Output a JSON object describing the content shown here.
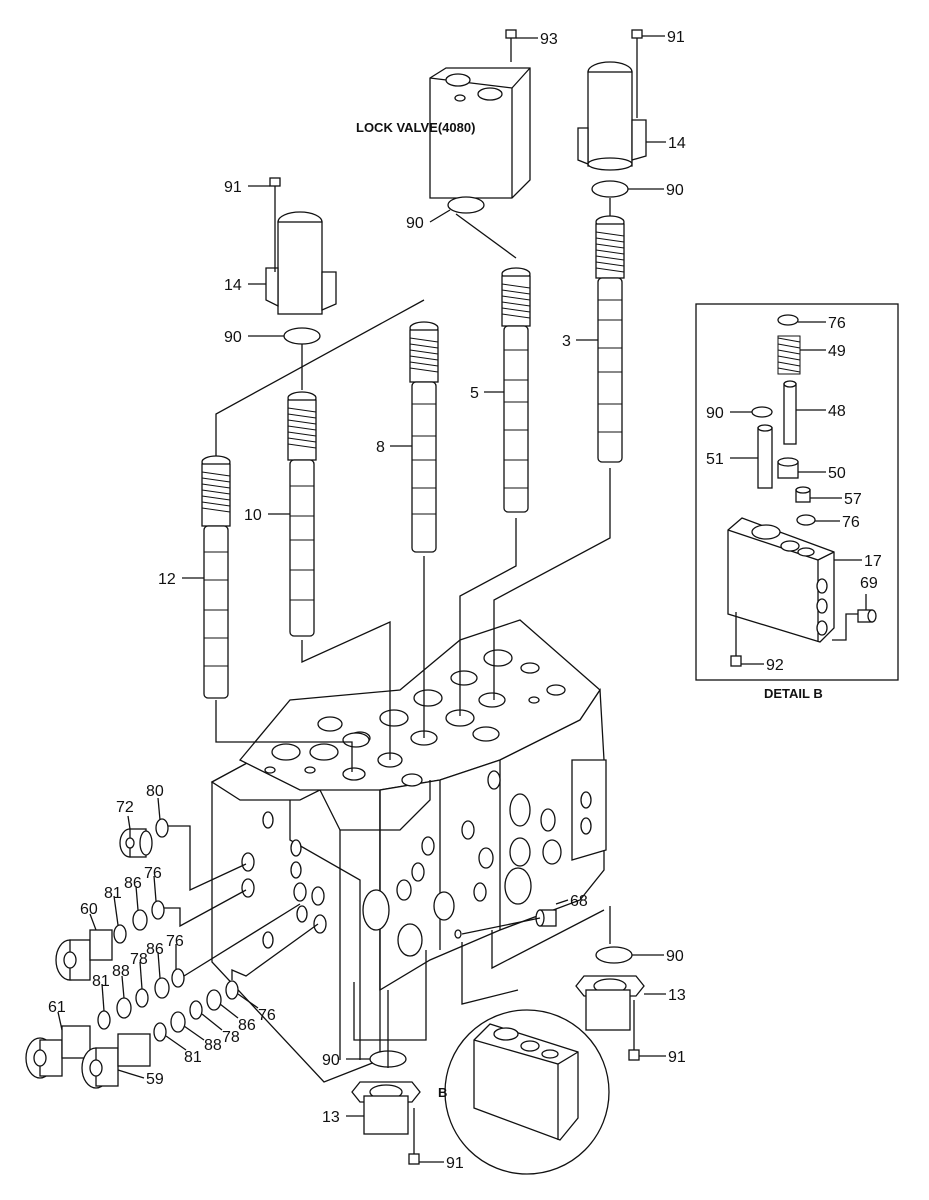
{
  "callouts": {
    "lock_valve": "LOCK VALVE(4080)",
    "detail_b": "DETAIL B",
    "b_marker": "B"
  },
  "parts": [
    {
      "id": "93",
      "label": "93"
    },
    {
      "id": "91a",
      "label": "91"
    },
    {
      "id": "14a",
      "label": "14"
    },
    {
      "id": "90a",
      "label": "90"
    },
    {
      "id": "90b",
      "label": "90"
    },
    {
      "id": "91b",
      "label": "91"
    },
    {
      "id": "14b",
      "label": "14"
    },
    {
      "id": "90c",
      "label": "90"
    },
    {
      "id": "3",
      "label": "3"
    },
    {
      "id": "5",
      "label": "5"
    },
    {
      "id": "8",
      "label": "8"
    },
    {
      "id": "10",
      "label": "10"
    },
    {
      "id": "12",
      "label": "12"
    },
    {
      "id": "76a",
      "label": "76"
    },
    {
      "id": "49",
      "label": "49"
    },
    {
      "id": "90d",
      "label": "90"
    },
    {
      "id": "48",
      "label": "48"
    },
    {
      "id": "51",
      "label": "51"
    },
    {
      "id": "50",
      "label": "50"
    },
    {
      "id": "57",
      "label": "57"
    },
    {
      "id": "76b",
      "label": "76"
    },
    {
      "id": "17",
      "label": "17"
    },
    {
      "id": "69",
      "label": "69"
    },
    {
      "id": "92",
      "label": "92"
    },
    {
      "id": "72",
      "label": "72"
    },
    {
      "id": "80",
      "label": "80"
    },
    {
      "id": "81a",
      "label": "81"
    },
    {
      "id": "86a",
      "label": "86"
    },
    {
      "id": "76c",
      "label": "76"
    },
    {
      "id": "60",
      "label": "60"
    },
    {
      "id": "86b",
      "label": "86"
    },
    {
      "id": "76d",
      "label": "76"
    },
    {
      "id": "78a",
      "label": "78"
    },
    {
      "id": "88a",
      "label": "88"
    },
    {
      "id": "81b",
      "label": "81"
    },
    {
      "id": "61",
      "label": "61"
    },
    {
      "id": "76e",
      "label": "76"
    },
    {
      "id": "86c",
      "label": "86"
    },
    {
      "id": "78b",
      "label": "78"
    },
    {
      "id": "88b",
      "label": "88"
    },
    {
      "id": "81c",
      "label": "81"
    },
    {
      "id": "59",
      "label": "59"
    },
    {
      "id": "68",
      "label": "68"
    },
    {
      "id": "90e",
      "label": "90"
    },
    {
      "id": "13a",
      "label": "13"
    },
    {
      "id": "91c",
      "label": "91"
    },
    {
      "id": "90f",
      "label": "90"
    },
    {
      "id": "13b",
      "label": "13"
    },
    {
      "id": "91d",
      "label": "91"
    }
  ]
}
